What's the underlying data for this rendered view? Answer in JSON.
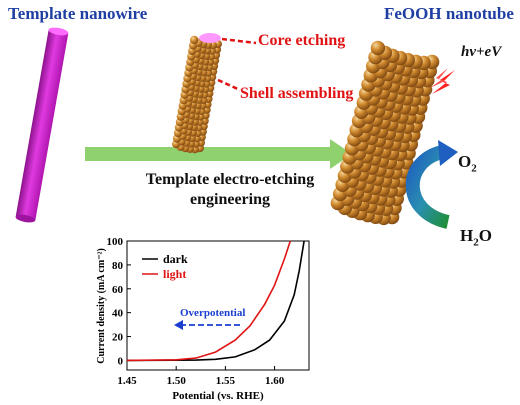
{
  "labels": {
    "template_nanowire": "Template nanowire",
    "core_etching": "Core etching",
    "shell_assembling": "Shell assembling",
    "feooh_nanotube": "FeOOH nanotube",
    "hv_ev": "hv+eV",
    "o2": "O",
    "o2_sub": "2",
    "h2o_h": "H",
    "h2o_sub": "2",
    "h2o_o": "O",
    "process_line1": "Template electro-etching",
    "process_line2": "engineering"
  },
  "colors": {
    "nanowire": "#d21ed2",
    "sphere": "#d08a2e",
    "arrow_green": "#8fd16f",
    "dash_red": "#e01414",
    "cycle_blue": "#1f5fbf",
    "cycle_green": "#1f8f3a",
    "bolt": "#ff2020"
  },
  "chart_data": {
    "type": "line",
    "xlabel": "Potential (vs. RHE)",
    "ylabel": "Current density (mA cm⁻²)",
    "xlim": [
      1.45,
      1.635
    ],
    "ylim": [
      -8,
      100
    ],
    "xticks": [
      "1.45",
      "1.50",
      "1.55",
      "1.60"
    ],
    "yticks": [
      "0",
      "20",
      "40",
      "60",
      "80",
      "100"
    ],
    "annotation": "Overpotential",
    "legend_position": "top-left",
    "series": [
      {
        "name": "dark",
        "color": "#000000",
        "x": [
          1.45,
          1.52,
          1.54,
          1.56,
          1.58,
          1.595,
          1.61,
          1.62,
          1.625,
          1.63
        ],
        "y": [
          0,
          0.3,
          1,
          3,
          9,
          17,
          33,
          55,
          75,
          100
        ]
      },
      {
        "name": "light",
        "color": "#e01414",
        "x": [
          1.45,
          1.5,
          1.52,
          1.54,
          1.56,
          1.575,
          1.59,
          1.6,
          1.61,
          1.616
        ],
        "y": [
          0,
          0.5,
          2,
          7,
          17,
          29,
          47,
          63,
          85,
          100
        ]
      }
    ]
  }
}
